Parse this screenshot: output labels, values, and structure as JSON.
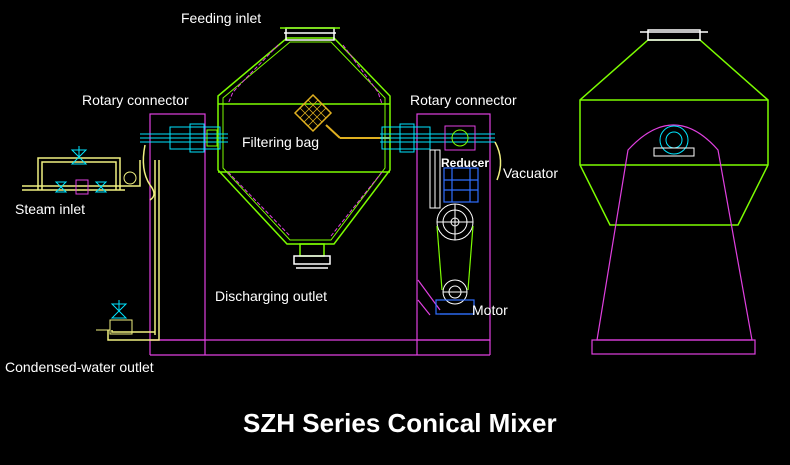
{
  "labels": {
    "feeding_inlet": "Feeding inlet",
    "rotary_connector_left": "Rotary connector",
    "rotary_connector_right": "Rotary connector",
    "filtering_bag": "Filtering bag",
    "reducer": "Reducer",
    "vacuator": "Vacuator",
    "steam_inlet": "Steam inlet",
    "discharging_outlet": "Discharging outlet",
    "motor": "Motor",
    "condensed_water_outlet": "Condensed-water outlet"
  },
  "title": "SZH Series Conical Mixer",
  "colors": {
    "background": "#000000",
    "vessel": "#7CFC00",
    "frame": "#E040E0",
    "piping": "#F0F080",
    "connector": "#00E5FF",
    "filter": "#E0B020",
    "motor": "#2F6FFF",
    "text": "#FFFFFF"
  }
}
